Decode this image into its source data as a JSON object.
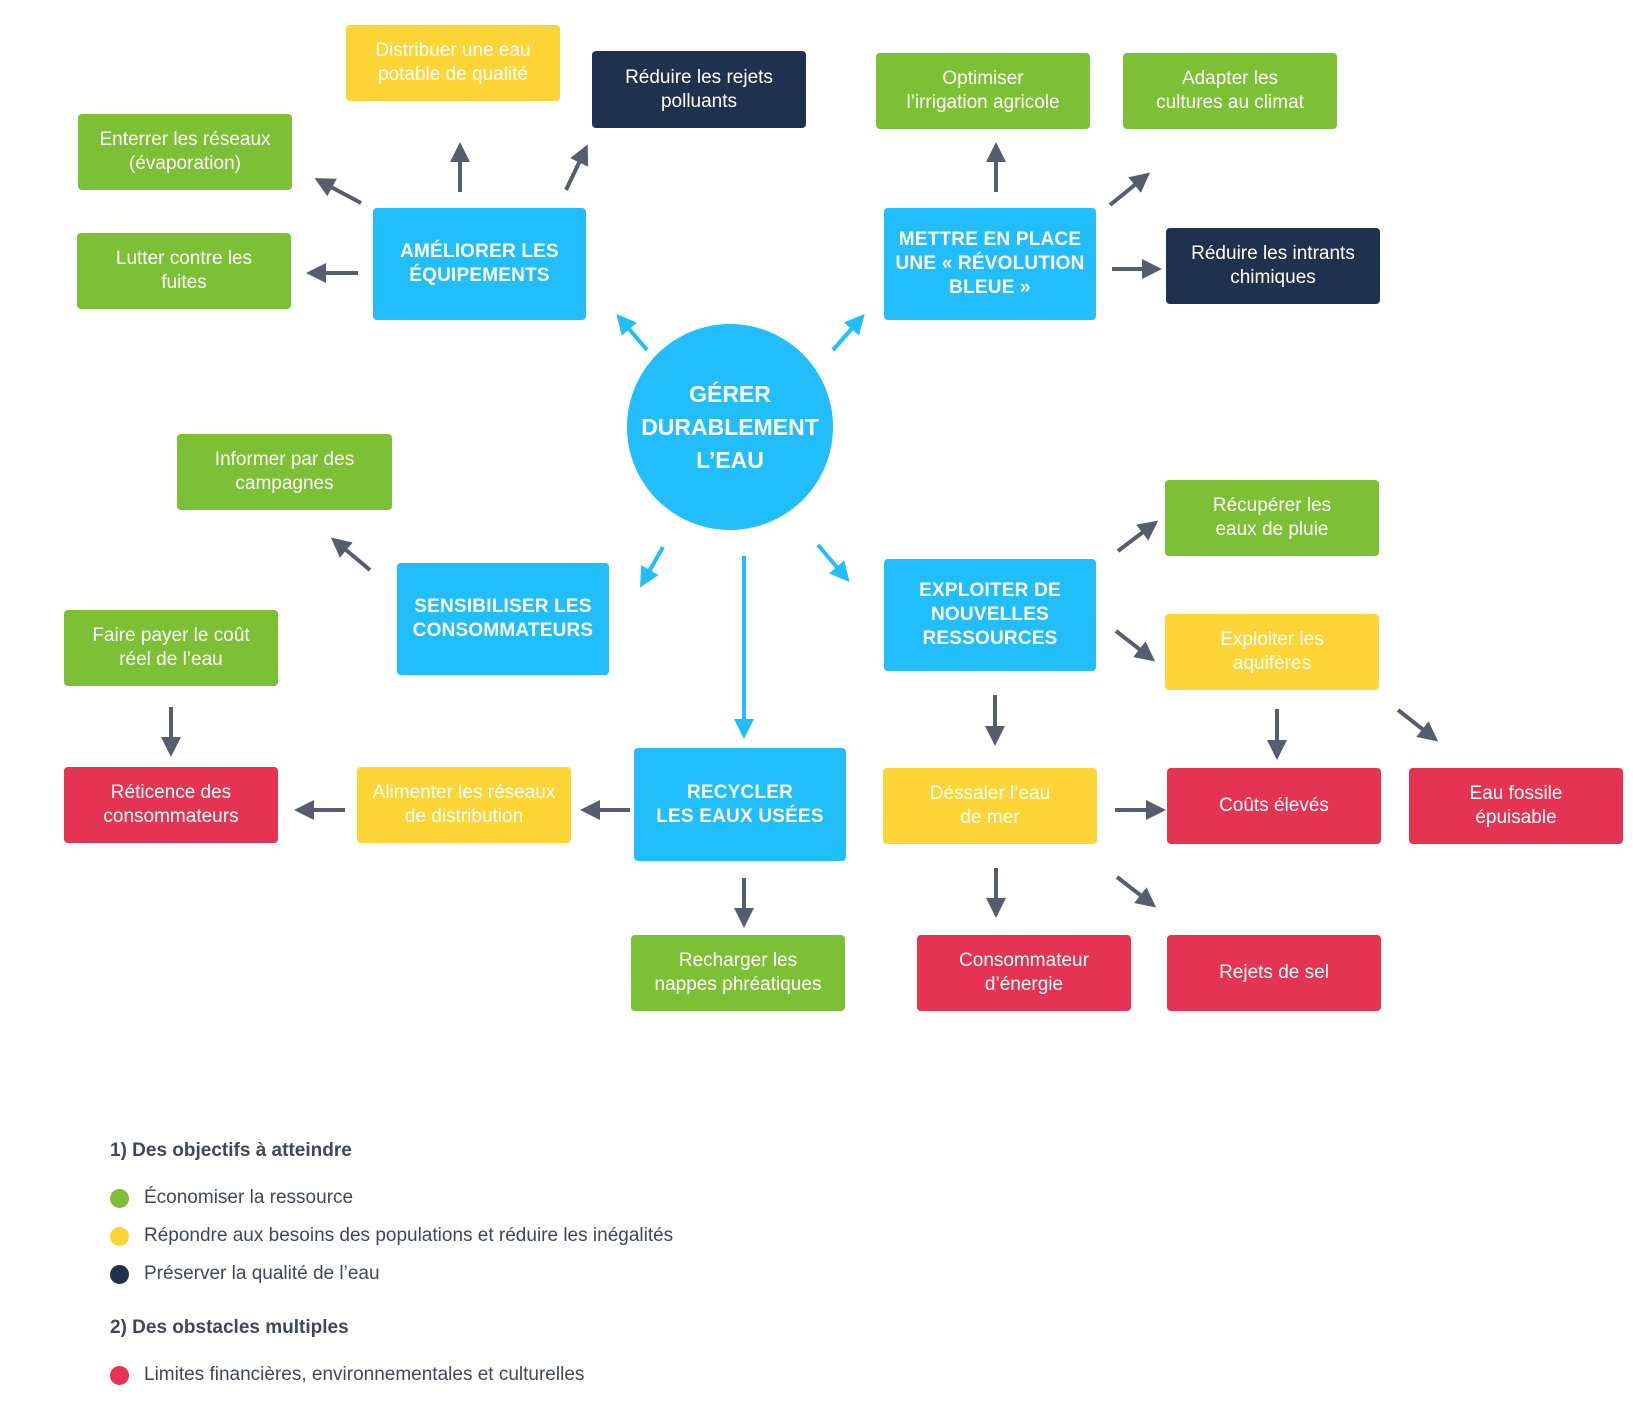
{
  "colors": {
    "green": "#7dc035",
    "yellow": "#fed537",
    "navy": "#20304f",
    "blue": "#22bdfb",
    "red": "#e43451",
    "arrow_gray": "#555d6e",
    "arrow_blue": "#22bdfb",
    "legend_text": "#3f4758"
  },
  "diagram": {
    "center": {
      "label": "GÉRER\nDURABLEMENT\nL’EAU"
    },
    "nodes": {
      "distribuer_eau": {
        "label": "Distribuer une eau\npotable de qualité",
        "category": "yellow"
      },
      "reduire_rejets": {
        "label": "Réduire les rejets\npolluants",
        "category": "navy"
      },
      "optimiser_irrigation": {
        "label": "Optimiser\nl’irrigation agricole",
        "category": "green"
      },
      "adapter_cultures": {
        "label": "Adapter les\ncultures au climat",
        "category": "green"
      },
      "enterrer_reseaux": {
        "label": "Enterrer les réseaux\n(évaporation)",
        "category": "green"
      },
      "lutter_fuites": {
        "label": "Lutter contre les\nfuites",
        "category": "green"
      },
      "ameliorer_equipements": {
        "label": "AMÉLIORER LES\nÉQUIPEMENTS",
        "category": "blue"
      },
      "revolution_bleue": {
        "label": "METTRE EN PLACE\nUNE « RÉVOLUTION\nBLEUE »",
        "category": "blue"
      },
      "reduire_intrants": {
        "label": "Réduire les intrants\nchimiques",
        "category": "navy"
      },
      "informer_campagnes": {
        "label": "Informer par des\ncampagnes",
        "category": "green"
      },
      "recuperer_pluie": {
        "label": "Récupérer les\neaux de pluie",
        "category": "green"
      },
      "sensibiliser": {
        "label": "SENSIBILISER LES\nCONSOMMATEURS",
        "category": "blue"
      },
      "exploiter_ressources": {
        "label": "EXPLOITER DE\nNOUVELLES\nRESSOURCES",
        "category": "blue"
      },
      "faire_payer": {
        "label": "Faire payer le coût\nréel de l’eau",
        "category": "green"
      },
      "exploiter_aquiferes": {
        "label": "Exploiter les\naquifères",
        "category": "yellow"
      },
      "reticence": {
        "label": "Réticence des\nconsommateurs",
        "category": "red"
      },
      "alimenter_reseaux": {
        "label": "Alimenter les réseaux\nde distribution",
        "category": "yellow"
      },
      "recycler": {
        "label": "RECYCLER\nLES EAUX USÉES",
        "category": "blue"
      },
      "dessaler": {
        "label": "Déssaler l’eau\nde mer",
        "category": "yellow"
      },
      "couts_eleves": {
        "label": "Coûts élevés",
        "category": "red"
      },
      "eau_fossile": {
        "label": "Eau fossile\népuisable",
        "category": "red"
      },
      "recharger_nappes": {
        "label": "Recharger les\nnappes phréatiques",
        "category": "green"
      },
      "consommateur_energie": {
        "label": "Consommateur\nd’énergie",
        "category": "red"
      },
      "rejets_sel": {
        "label": "Rejets de sel",
        "category": "red"
      }
    }
  },
  "legend": {
    "heading1": "1) Des objectifs à atteindre",
    "items1": [
      {
        "label": "Économiser la ressource",
        "color": "#7dc035"
      },
      {
        "label": "Répondre aux besoins des populations et réduire les inégalités",
        "color": "#fed537"
      },
      {
        "label": "Préserver la qualité de l’eau",
        "color": "#20304f"
      }
    ],
    "heading2": "2) Des obstacles multiples",
    "items2": [
      {
        "label": "Limites financières, environnementales et culturelles",
        "color": "#e43451"
      }
    ]
  }
}
